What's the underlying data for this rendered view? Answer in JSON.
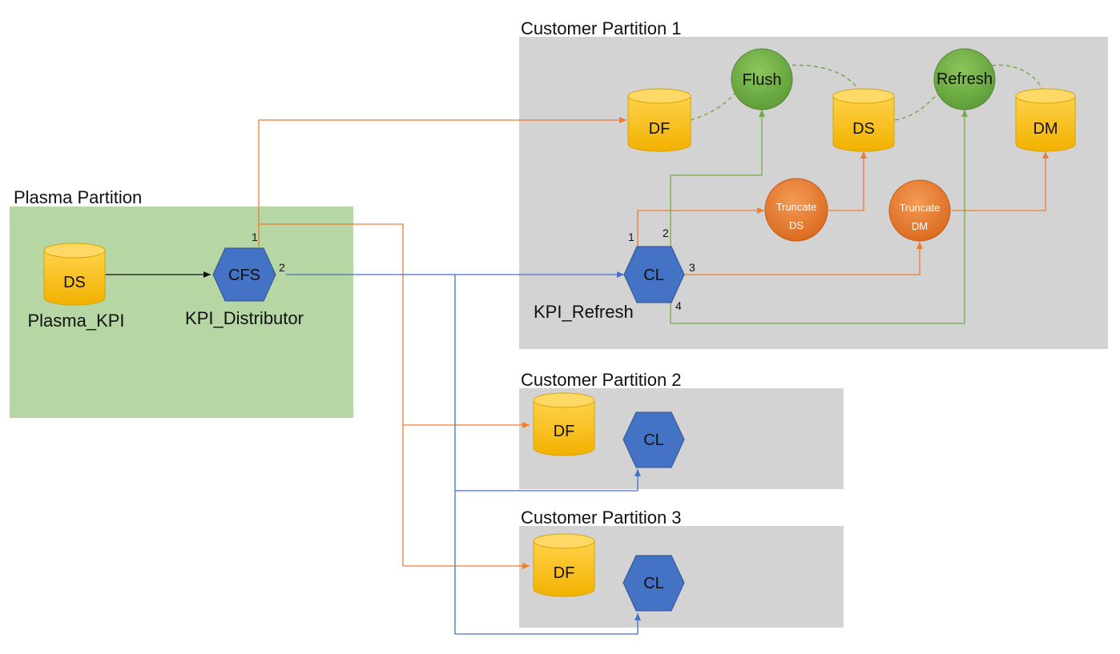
{
  "partitions": {
    "plasma": "Plasma Partition",
    "cp1": "Customer Partition 1",
    "cp2": "Customer Partition 2",
    "cp3": "Customer Partition 3"
  },
  "plasma": {
    "ds_label": "DS",
    "ds_caption": "Plasma_KPI",
    "cfs_label": "CFS",
    "cfs_caption": "KPI_Distributor",
    "port1": "1",
    "port2": "2"
  },
  "cp1": {
    "df": "DF",
    "ds": "DS",
    "dm": "DM",
    "flush": "Flush",
    "refresh": "Refresh",
    "truncate_ds_line1": "Truncate",
    "truncate_ds_line2": "DS",
    "truncate_dm_line1": "Truncate",
    "truncate_dm_line2": "DM",
    "cl": "CL",
    "cl_caption": "KPI_Refresh",
    "port1": "1",
    "port2": "2",
    "port3": "3",
    "port4": "4"
  },
  "cp2": {
    "df": "DF",
    "cl": "CL"
  },
  "cp3": {
    "df": "DF",
    "cl": "CL"
  },
  "colors": {
    "plasma_bg": "#b6d7a3",
    "partition_bg": "#d3d3d3",
    "cylinder": "#ffc000",
    "hexagon": "#4472c4",
    "green_node": "#70ad47",
    "orange_node": "#ed7d31",
    "orange_line": "#ed7d31",
    "blue_line": "#4472c4",
    "green_line": "#70ad47"
  }
}
